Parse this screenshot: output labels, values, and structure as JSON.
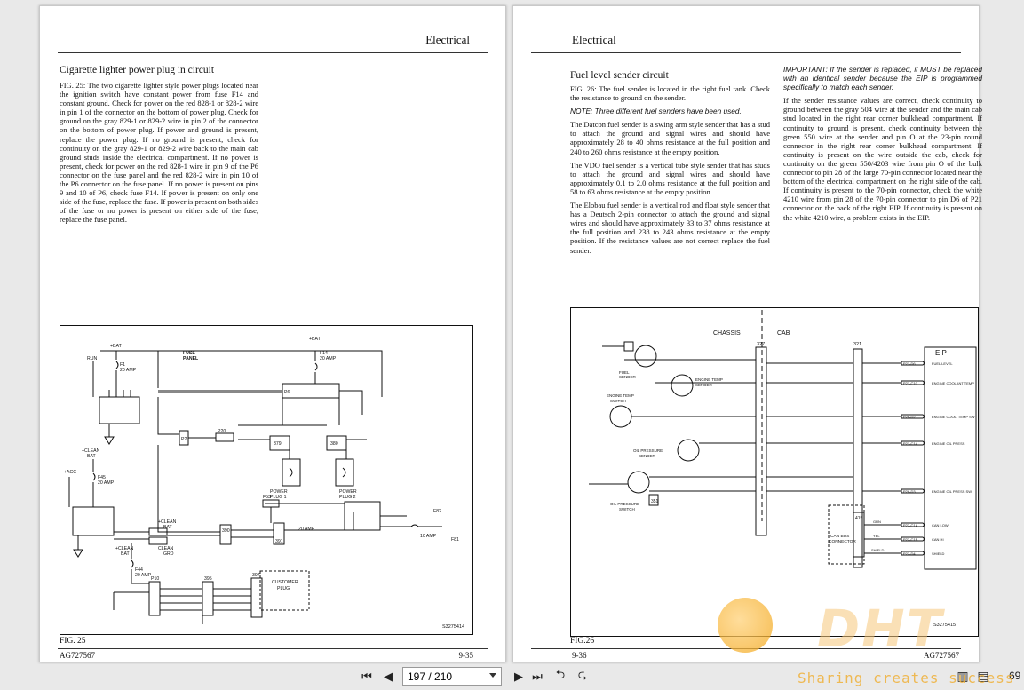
{
  "left_page": {
    "header": "Electrical",
    "section_title": "Cigarette lighter power plug in circuit",
    "paragraph": "FIG. 25: The two cigarette lighter style power plugs located near the ignition switch have constant power from fuse F14 and constant ground. Check for power on the red 828-1 or 828-2 wire in pin 1 of the connector on the bottom of power plug. Check for ground on the gray 829-1 or 829-2 wire in pin 2 of the connector on the bottom of power plug. If power and ground is present, replace the power plug. If no ground is present, check for continuity on the gray 829-1 or 829-2 wire back to the main cab ground studs inside the electrical compartment. If no power is present, check for power on the red 828-1 wire in pin 9 of the P6 connector on the fuse panel and the red 828-2 wire in pin 10 of the P6 connector on the fuse panel. If no power is present on pins 9 and 10 of P6, check fuse F14. If power is present on only one side of the fuse, replace the fuse. If power is present on both sides of the fuse or no power is present on either side of the fuse, replace the fuse panel.",
    "figure_caption": "FIG. 25",
    "figure_id": "S3275414",
    "footer_left": "AG727567",
    "footer_right": "9-35",
    "diagram": {
      "bat1": "+BAT",
      "run": "RUN",
      "f1": "F1",
      "f1_amp": "20 AMP",
      "fuse_panel": "FUSE",
      "fuse_panel2": "PANEL",
      "bat2": "+BAT",
      "f14": "F14",
      "f14_amp": "20 AMP",
      "p6": "P6",
      "p2": "P2",
      "p20": "P20",
      "c379": "379",
      "c380": "380",
      "plug1": "POWER",
      "plug1b": "PLUG 1",
      "plug2": "POWER",
      "plug2b": "PLUG 2",
      "clean_bat1": "+CLEAN",
      "clean_bat1b": "BAT",
      "f45": "F45",
      "f45_amp": "20 AMP",
      "acc": "+ACC",
      "clean_bat2": "+CLEAN",
      "clean_bat2b": "BAT",
      "clean_grd": "CLEAN",
      "clean_grd2": "GRD",
      "c390": "390",
      "c391": "391",
      "amp20": "20 AMP",
      "f53": "F53",
      "f82": "F82",
      "f81": "F81",
      "amp10": "10 AMP",
      "clean_bat3": "+CLEAN",
      "clean_bat3b": "BAT",
      "f44": "F44",
      "f44_amp": "20 AMP",
      "p10": "P10",
      "c395": "395",
      "c397": "397",
      "customer": "CUSTOMER",
      "customer2": "PLUG"
    }
  },
  "right_page": {
    "header": "Electrical",
    "section_title": "Fuel level sender circuit",
    "paragraph_fig": "FIG. 26: The fuel sender is located in the right fuel tank. Check the resistance to ground on the sender.",
    "note": "NOTE: Three different fuel senders have been used.",
    "paragraph_datcon": "The Datcon fuel sender is a swing arm style sender that has a stud to attach the ground and signal wires and should have approximately 28 to 40 ohms resistance at the full position and 240 to 260 ohms resistance at the empty position.",
    "paragraph_vdo": "The VDO fuel sender is a vertical tube style sender that has studs to attach the ground and signal wires and should have approximately 0.1 to 2.0 ohms resistance at the full position and 58 to 63 ohms resistance at the empty position.",
    "paragraph_elobau": "The Elobau fuel sender is a vertical rod and float style sender that has a Deutsch 2-pin connector to attach the ground and signal wires and should have approximately 33 to 37 ohms resistance at the full position and 238 to 243 ohms resistance at the empty position. If the resistance values are not correct replace the fuel sender.",
    "important": "IMPORTANT: If the sender is replaced, it MUST be replaced with an identical sender because the EIP is programmed specifically to match each sender.",
    "paragraph_check": "If the sender resistance values are correct, check continuity to ground between the gray 504 wire at the sender and the main cab stud located in the right rear corner bulkhead compartment. If continuity to ground is present, check continuity between the green 550 wire at the sender and pin O at the 23-pin round connector in the right rear corner bulkhead compartment. If continuity is present on the wire outside the cab, check for continuity on the green 550/4203 wire from pin O of the bulk connector to pin 28 of the large 70-pin connector located near the bottom of the electrical compartment on the right side of the cab. If continuity is present to the 70-pin connector, check the white 4210 wire from pin 28 of the 70-pin connector to pin D6 of P21 connector on the back of the right EIP. If continuity is present on the white 4210 wire, a problem exists in the EIP.",
    "figure_caption": "FIG.26",
    "figure_id": "S3275415",
    "footer_left": "9-36",
    "footer_right": "AG727567",
    "diagram": {
      "chassis": "CHASSIS",
      "cab": "CAB",
      "c327": "327",
      "c321": "321",
      "eip": "EIP",
      "fuel_sender": "FUEL",
      "fuel_sender2": "SENDER",
      "engine_temp_switch": "ENGINE TEMP",
      "engine_temp_switch2": "SWITCH",
      "engine_temp_sender": "ENGINE TEMP",
      "engine_temp_sender2": "SENDER",
      "oil_sender": "OIL PRESSURE",
      "oil_sender2": "SENDER",
      "oil_switch": "OIL PRESSURE",
      "oil_switch2": "SWITCH",
      "c351": "351",
      "c415": "415",
      "can_bus": "CAN BUS",
      "can_bus2": "CONNECTOR",
      "eip_fuel": "FUEL LEVEL",
      "eip_coolant": "ENGINE COOLANT TEMP",
      "eip_coolant_sw": "ENGINE COOL. TEMP SW",
      "eip_oil": "ENGINE OIL PRESS",
      "eip_oil_sw": "ENGINE OIL PRESS SW",
      "can_low": "CAN LOW",
      "can_hi": "CAN HI",
      "shield": "SHIELD",
      "p21_d6": "P21-D6",
      "p21_c10": "P21-C10",
      "p26_d2": "P26-D2",
      "p21_c14": "P21-C14",
      "p26_d3": "P26-D3",
      "p22_c1a": "P22-C1A",
      "p22_c1b": "P22-C1B",
      "p22_d4": "P22-D4",
      "grn": "GRN",
      "yel": "YEL",
      "shld": "SHIELD"
    }
  },
  "toolbar": {
    "page_indicator": "197 / 210",
    "zoom": "69"
  },
  "watermark": {
    "logo": "DHT",
    "text": "Sharing creates success"
  }
}
